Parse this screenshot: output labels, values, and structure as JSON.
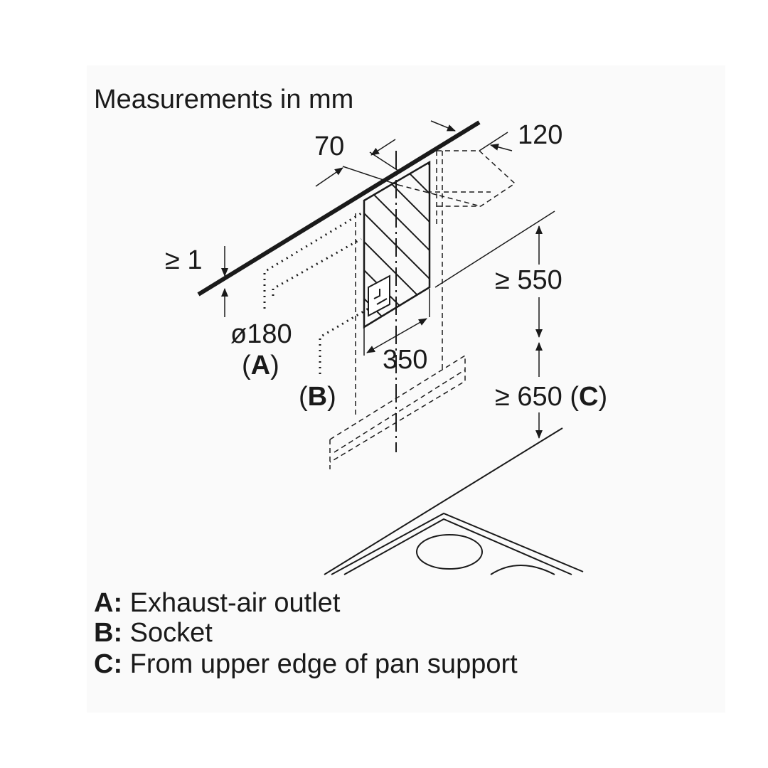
{
  "title": "Measurements in mm",
  "dimensions": {
    "depth_70": "70",
    "offset_120": "120",
    "gap_min_1": "≥ 1",
    "duct_diameter": "ø180",
    "width_350": "350",
    "height_min_550": "≥ 550",
    "height_min_650": "≥ 650"
  },
  "markers": {
    "a": "A",
    "b": "B",
    "c": "C",
    "open": "(",
    "close": ")"
  },
  "legend": [
    {
      "key": "A:",
      "text": "Exhaust-air outlet"
    },
    {
      "key": "B:",
      "text": "Socket"
    },
    {
      "key": "C:",
      "text": "From upper edge of pan support"
    }
  ],
  "colors": {
    "ink": "#1a1a1a",
    "panel": "#fafafa"
  }
}
